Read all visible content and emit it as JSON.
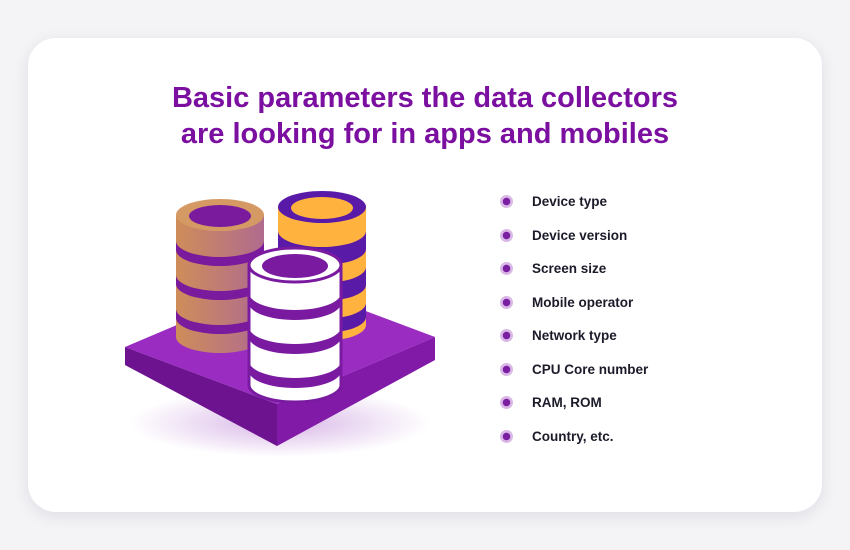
{
  "title": {
    "line1": "Basic parameters the data collectors",
    "line2": "are looking for in apps and mobiles"
  },
  "parameters": [
    "Device type",
    "Device version",
    "Screen size",
    "Mobile operator",
    "Network type",
    "CPU Core number",
    "RAM, ROM",
    "Country, etc."
  ],
  "colors": {
    "title": "#7b0fa0",
    "platform": "#7a1aa0",
    "stack_orange": "#ffb23e",
    "stack_purple": "#5a1aa8",
    "bullet": "#7b1fa2"
  },
  "icons": {
    "illustration": "database-stacks-illustration",
    "bullet": "bullet-dot-icon"
  }
}
